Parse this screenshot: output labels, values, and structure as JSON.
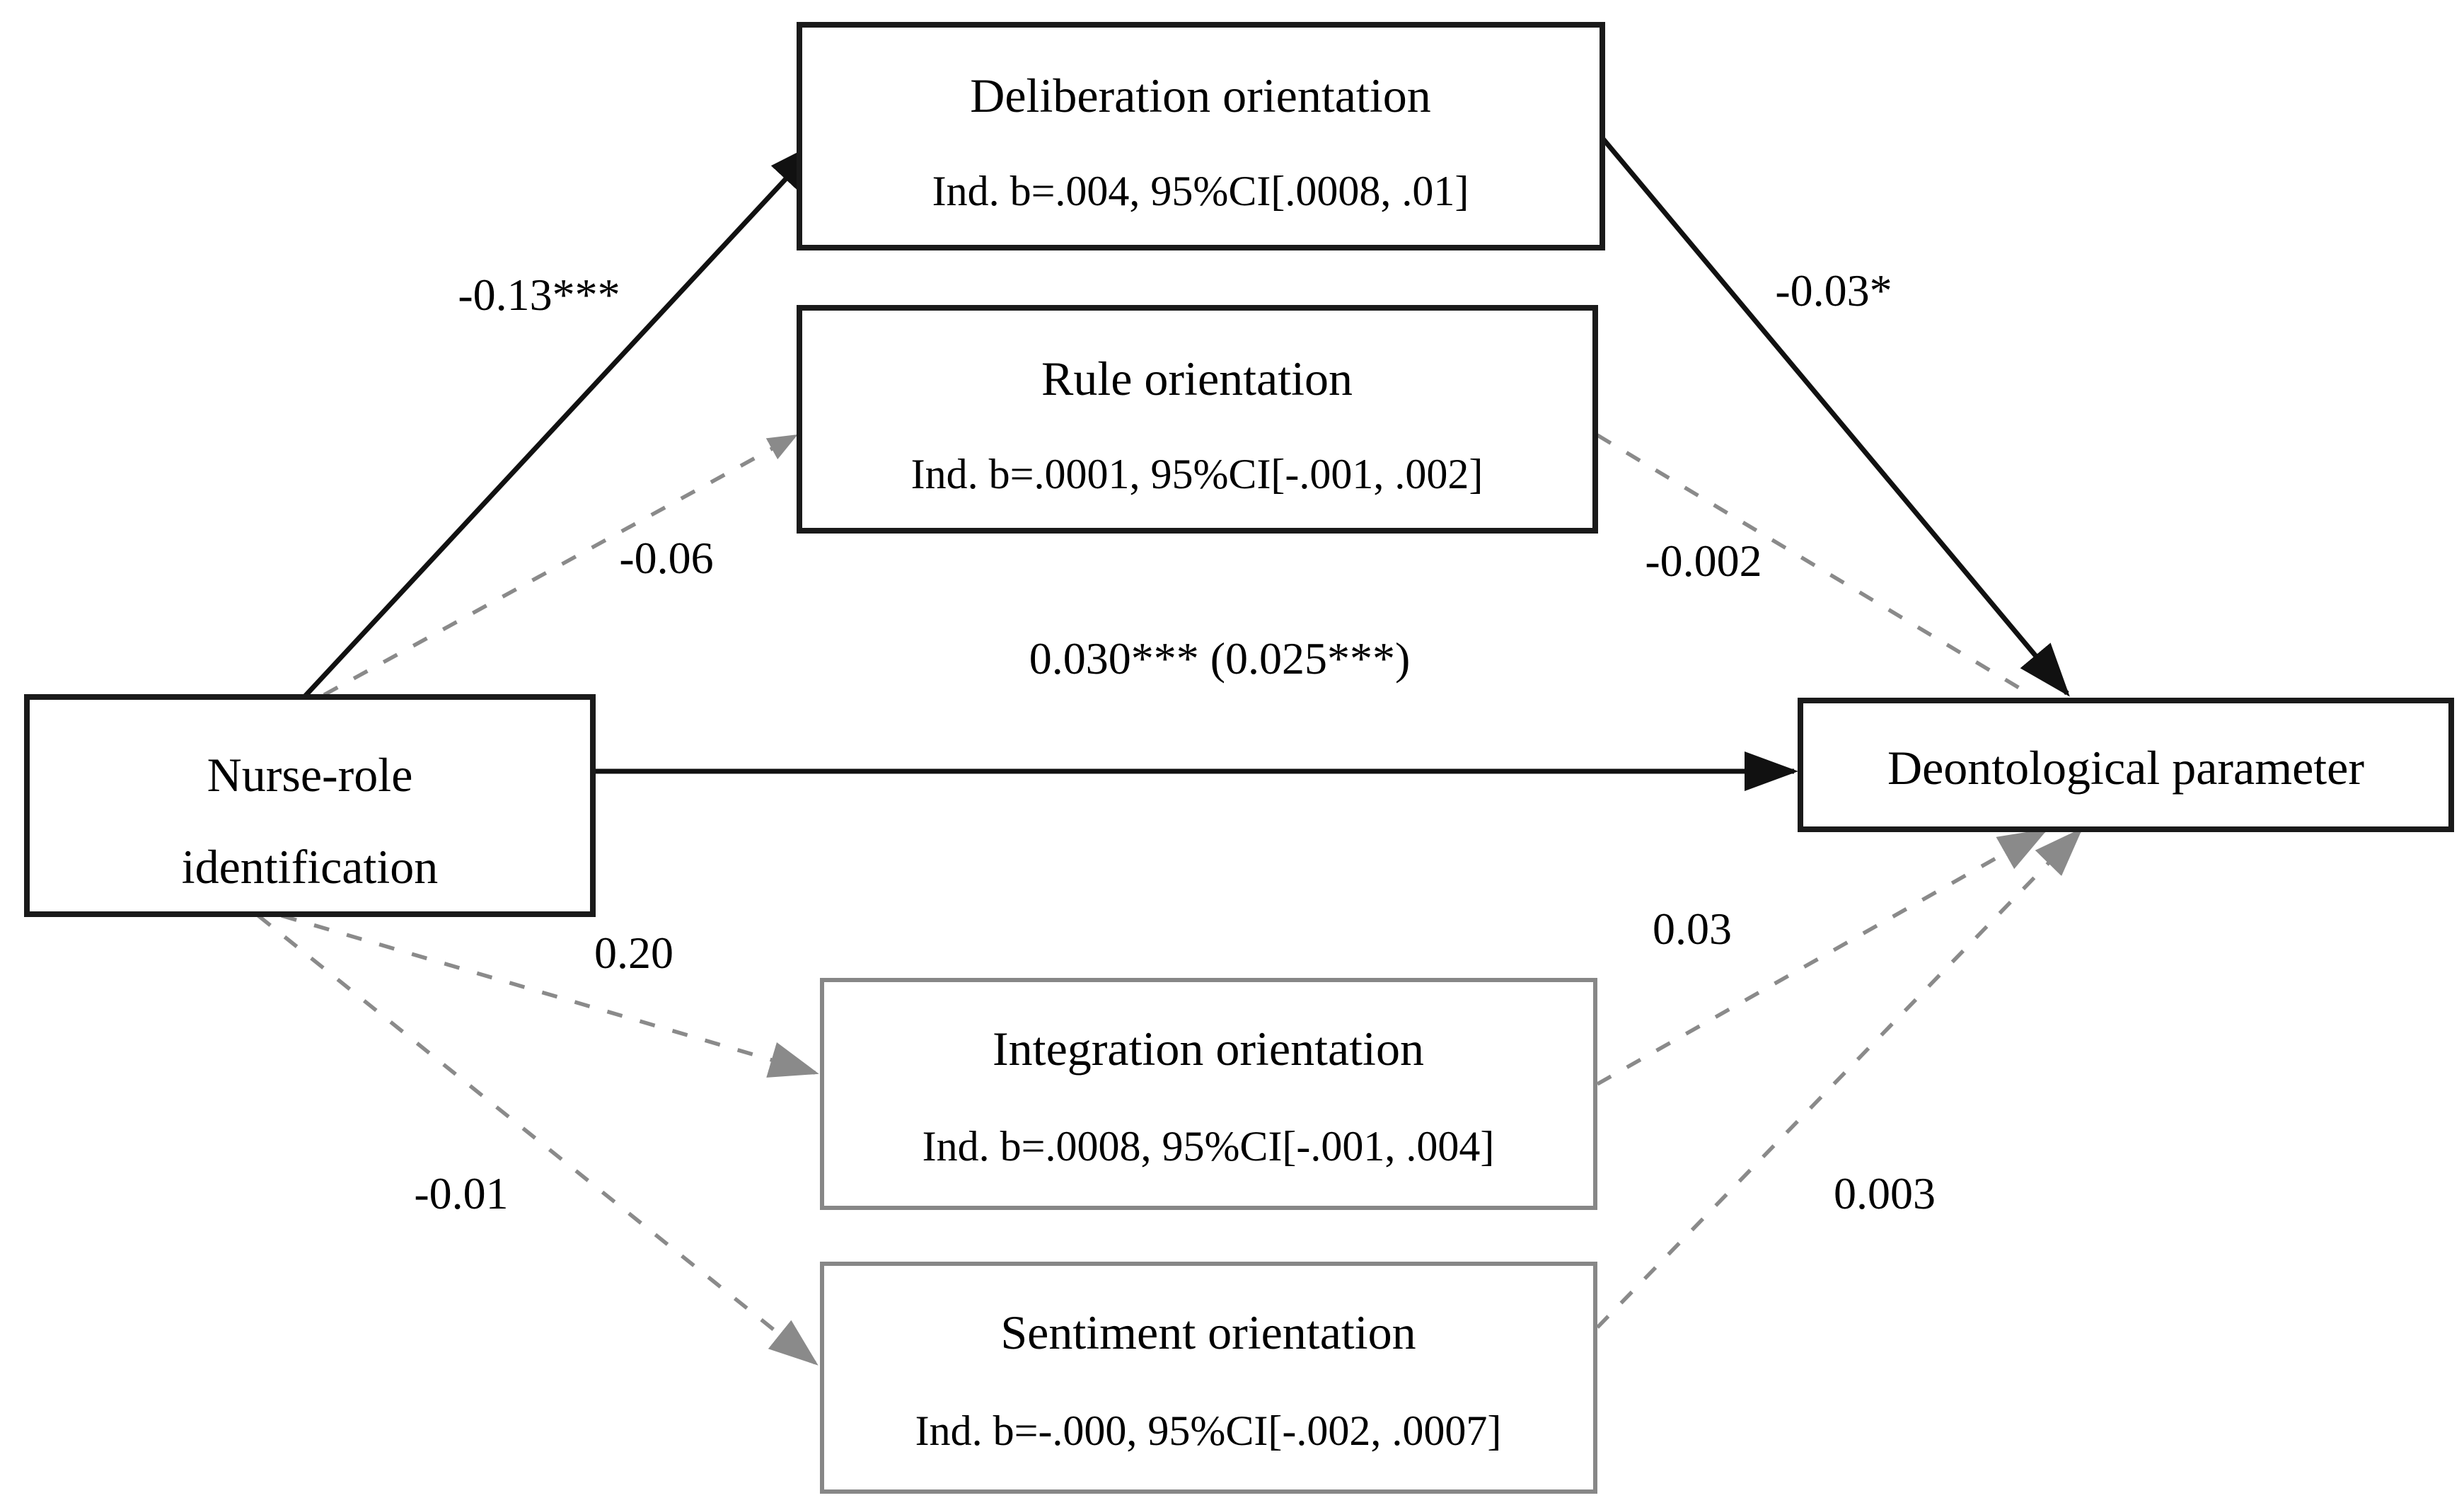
{
  "diagram": {
    "type": "mediation-path-model",
    "nodes": {
      "predictor": {
        "label_line1": "Nurse-role",
        "label_line2": "identification"
      },
      "deliberation": {
        "title": "Deliberation orientation",
        "detail": "Ind. b=.004, 95%CI[.0008, .01]"
      },
      "rule": {
        "title": "Rule orientation",
        "detail": "Ind. b=.0001, 95%CI[-.001, .002]"
      },
      "integration": {
        "title": "Integration orientation",
        "detail": "Ind. b=.0008, 95%CI[-.001, .004]"
      },
      "sentiment": {
        "title": "Sentiment orientation",
        "detail": "Ind. b=-.000, 95%CI[-.002, .0007]"
      },
      "outcome": {
        "label": "Deontological parameter"
      }
    },
    "edges": [
      {
        "from": "predictor",
        "to": "deliberation",
        "label": "-0.13***",
        "line": "solid",
        "color": "black"
      },
      {
        "from": "deliberation",
        "to": "outcome",
        "label": "-0.03*",
        "line": "solid",
        "color": "black"
      },
      {
        "from": "predictor",
        "to": "rule",
        "label": "-0.06",
        "line": "dashed",
        "color": "gray"
      },
      {
        "from": "rule",
        "to": "outcome",
        "label": "-0.002",
        "line": "dashed",
        "color": "gray"
      },
      {
        "from": "predictor",
        "to": "outcome",
        "label": "0.030*** (0.025***)",
        "line": "solid",
        "color": "black"
      },
      {
        "from": "predictor",
        "to": "integration",
        "label": "0.20",
        "line": "dashed",
        "color": "gray"
      },
      {
        "from": "integration",
        "to": "outcome",
        "label": "0.03",
        "line": "dashed",
        "color": "gray"
      },
      {
        "from": "predictor",
        "to": "sentiment",
        "label": "-0.01",
        "line": "dashed",
        "color": "gray"
      },
      {
        "from": "sentiment",
        "to": "outcome",
        "label": "0.003",
        "line": "dashed",
        "color": "gray"
      }
    ],
    "colors": {
      "solid_path": "#111111",
      "dashed_path": "#8a8a8a",
      "black_box_border": "#1a1a1a",
      "gray_box_border": "#878787",
      "background": "#ffffff",
      "text": "#000000"
    }
  }
}
